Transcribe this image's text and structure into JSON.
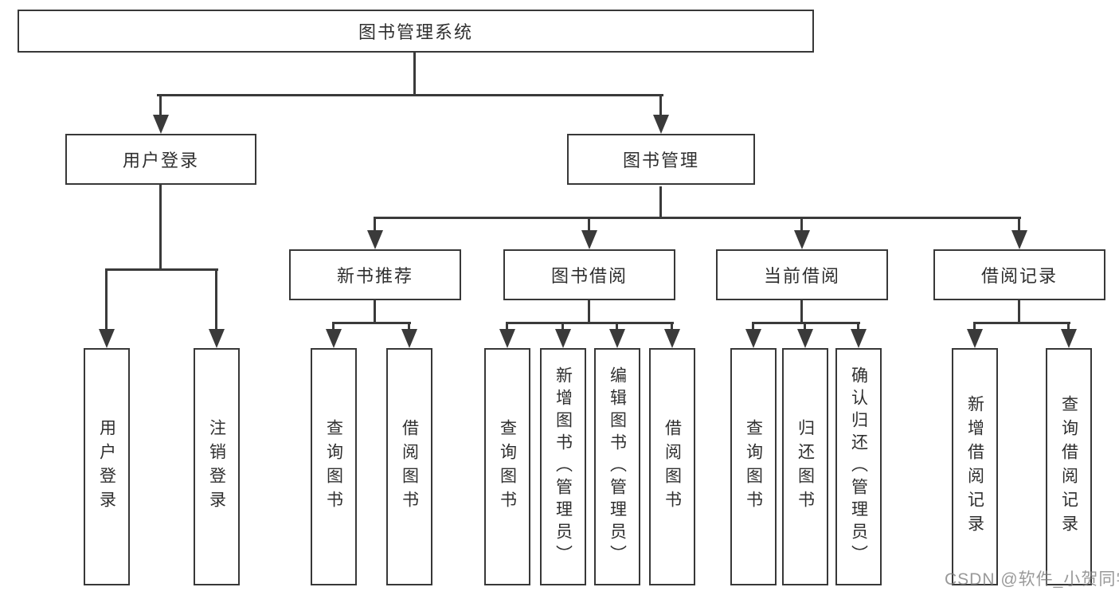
{
  "diagram": {
    "title_node": "图书管理系统",
    "level2": {
      "user_login": "用户登录",
      "book_management": "图书管理"
    },
    "level3": {
      "new_book_recommendation": "新书推荐",
      "book_borrowing": "图书借阅",
      "current_borrowing": "当前借阅",
      "borrowing_records": "借阅记录"
    },
    "leaves": {
      "user_login": "用户登录",
      "logout": "注销登录",
      "recommend_query_books": "查询图书",
      "recommend_borrow_books": "借阅图书",
      "borrow_query_books": "查询图书",
      "borrow_add_books_admin": "新增图书（管理员）",
      "borrow_edit_books_admin": "编辑图书（管理员）",
      "borrow_borrow_books": "借阅图书",
      "current_query_books": "查询图书",
      "current_return_books": "归还图书",
      "current_confirm_return_admin": "确认归还（管理员）",
      "records_add_record": "新增借阅记录",
      "records_query_record": "查询借阅记录"
    },
    "watermark": "CSDN @软件_小贺同学",
    "colors": {
      "line": "#3a3a3a",
      "box_border": "#383838",
      "box_fill": "#ffffff",
      "text": "#2f2f2f",
      "watermark": "#808080"
    }
  }
}
